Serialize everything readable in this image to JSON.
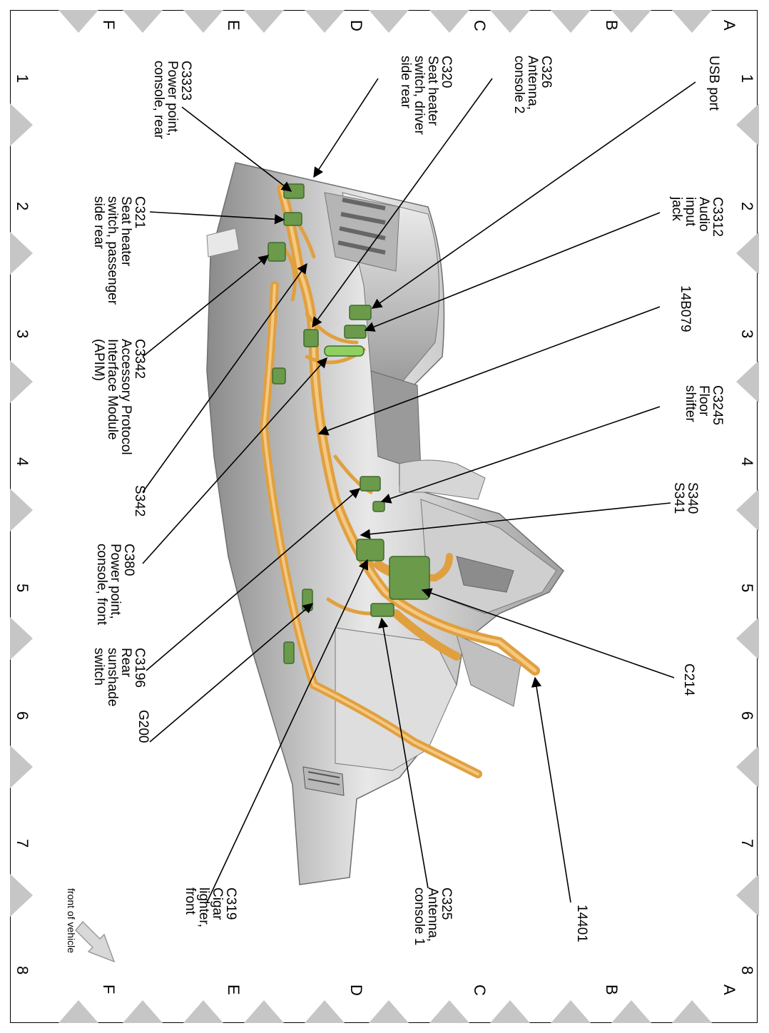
{
  "grid": {
    "letters": [
      "A",
      "B",
      "C",
      "D",
      "E",
      "F"
    ],
    "numbers": [
      "1",
      "2",
      "3",
      "4",
      "5",
      "6",
      "7",
      "8"
    ]
  },
  "labels": {
    "usb_port": [
      "USB port"
    ],
    "c3312": [
      "C3312",
      "Audio",
      "input",
      "jack"
    ],
    "b14b079": [
      "14B079"
    ],
    "c3245": [
      "C3245",
      "Floor",
      "shifter"
    ],
    "s340": [
      "S340",
      "S341"
    ],
    "c214": [
      "C214"
    ],
    "l14401": [
      "14401"
    ],
    "c325": [
      "C325",
      "Antenna,",
      "console 1"
    ],
    "c326": [
      "C326",
      "Antenna,",
      "console 2"
    ],
    "c320": [
      "C320",
      "Seat heater",
      "switch, driver",
      "side rear"
    ],
    "c3323": [
      "C3323",
      "Power point,",
      "console, rear"
    ],
    "c321": [
      "C321",
      "Seat heater",
      "switch, passenger",
      "side rear"
    ],
    "c3342": [
      "C3342",
      "Accessory Protocol",
      "Interface Module",
      "(APIM)"
    ],
    "s342": [
      "S342"
    ],
    "c380": [
      "C380",
      "Power point,",
      "console, front"
    ],
    "c3196": [
      "C3196",
      "Rear",
      "sunshade",
      "switch"
    ],
    "g200": [
      "G200"
    ],
    "c319": [
      "C319",
      "Cigar",
      "lighter,",
      "front"
    ]
  },
  "legend": {
    "front_of_vehicle": "front of vehicle"
  },
  "colors": {
    "harness": "#e0a040",
    "connector": "#6a9a4a",
    "console": "#c8c8c8",
    "marker": "#c8c8c8"
  }
}
